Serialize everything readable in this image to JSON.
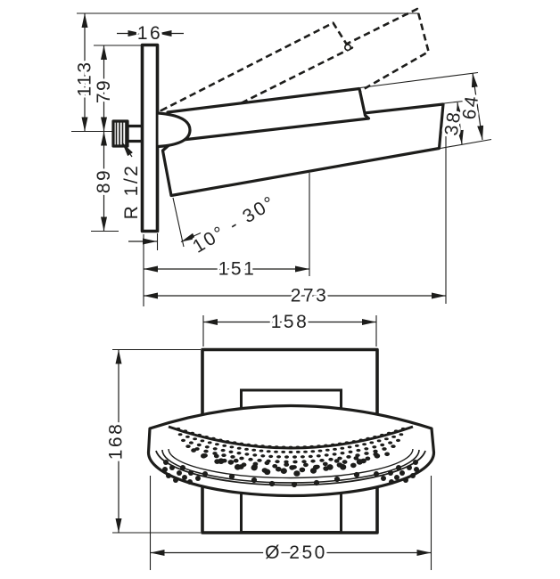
{
  "colors": {
    "ink": "#1d1d1b",
    "background": "#ffffff"
  },
  "side_view": {
    "dims": {
      "plate_thickness": "16",
      "overall_height": "113",
      "plate_top_to_axis": "79",
      "axis_to_plate_bottom": "89",
      "thread": "R 1/2",
      "wall_to_spray_center": "151",
      "wall_to_front": "273",
      "head_rim_thickness": "38",
      "head_total_thickness": "64",
      "tilt_range": "10° - 30°"
    }
  },
  "front_view": {
    "dims": {
      "plate_width": "158",
      "plate_height": "168",
      "head_diameter": "Ø 250"
    }
  }
}
